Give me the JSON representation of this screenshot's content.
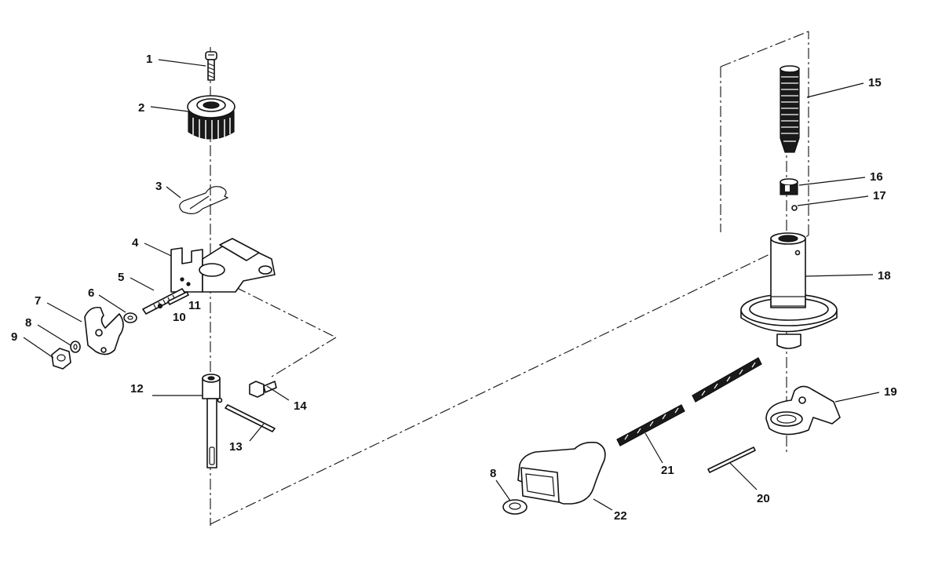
{
  "diagram": {
    "callouts": [
      {
        "id": "c1",
        "text": "1"
      },
      {
        "id": "c2",
        "text": "2"
      },
      {
        "id": "c3",
        "text": "3"
      },
      {
        "id": "c4",
        "text": "4"
      },
      {
        "id": "c5",
        "text": "5"
      },
      {
        "id": "c6",
        "text": "6"
      },
      {
        "id": "c7",
        "text": "7"
      },
      {
        "id": "c8a",
        "text": "8"
      },
      {
        "id": "c9",
        "text": "9"
      },
      {
        "id": "c10",
        "text": "10"
      },
      {
        "id": "c11",
        "text": "11"
      },
      {
        "id": "c12",
        "text": "12"
      },
      {
        "id": "c13",
        "text": "13"
      },
      {
        "id": "c14",
        "text": "14"
      },
      {
        "id": "c15",
        "text": "15"
      },
      {
        "id": "c16",
        "text": "16"
      },
      {
        "id": "c17",
        "text": "17"
      },
      {
        "id": "c18",
        "text": "18"
      },
      {
        "id": "c19",
        "text": "19"
      },
      {
        "id": "c20",
        "text": "20"
      },
      {
        "id": "c21",
        "text": "21"
      },
      {
        "id": "c8b",
        "text": "8"
      },
      {
        "id": "c22",
        "text": "22"
      }
    ]
  }
}
